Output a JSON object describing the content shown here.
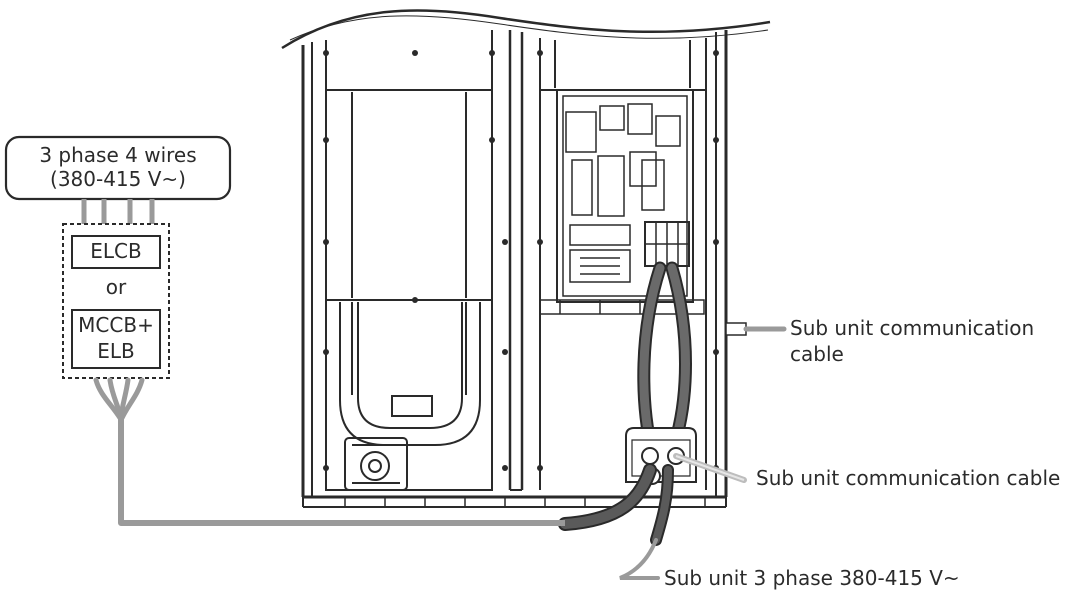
{
  "power_source": {
    "line1": "3 phase 4 wires",
    "line2": "(380-415 V~)"
  },
  "breaker": {
    "option1": "ELCB",
    "separator": "or",
    "option2_line1": "MCCB+",
    "option2_line2": "ELB"
  },
  "labels": {
    "comm_cable_right_line1": "Sub unit communication",
    "comm_cable_right_line2": "cable",
    "comm_cable_lower": "Sub unit communication cable",
    "power_cable": "Sub unit 3 phase 380-415 V~"
  },
  "colors": {
    "line": "#2a2a2a",
    "cable_power": "#9a9a9a",
    "cable_dark": "#5a5a5a",
    "cable_light": "#bdbdbd"
  }
}
